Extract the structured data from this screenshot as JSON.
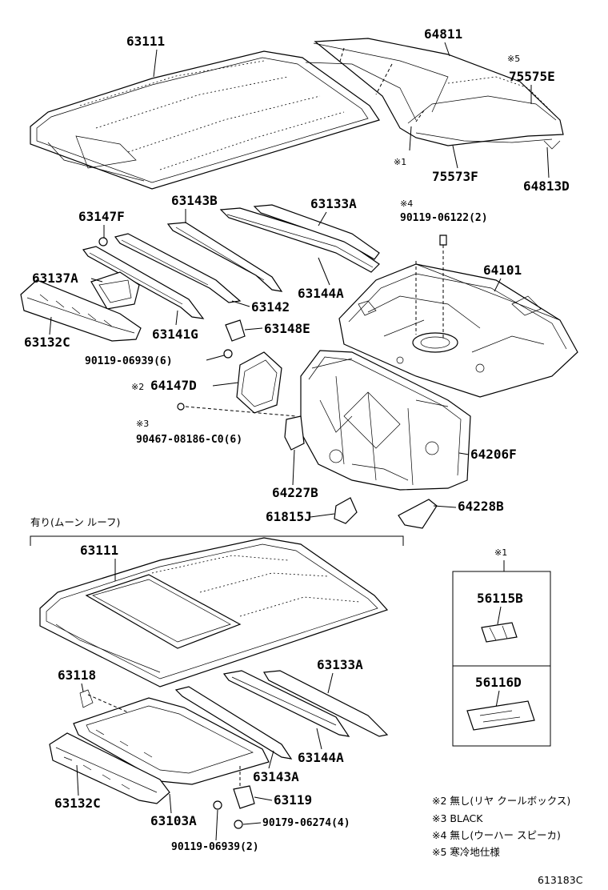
{
  "parts": {
    "p63111_top": "63111",
    "p64811": "64811",
    "p75575E_mark": "※5",
    "p75575E": "75575E",
    "p75573F_mark": "※1",
    "p75573F": "75573F",
    "p64813D": "64813D",
    "p63147F": "63147F",
    "p63143B": "63143B",
    "p63133A_top": "63133A",
    "p90119_06122_mark": "※4",
    "p90119_06122": "90119-06122(2)",
    "p63137A": "63137A",
    "p64101": "64101",
    "p63144A_top": "63144A",
    "p63142": "63142",
    "p63132C_top": "63132C",
    "p63141G": "63141G",
    "p63148E": "63148E",
    "p90119_06939_6": "90119-06939(6)",
    "p64147D_mark": "※2",
    "p64147D": "64147D",
    "p90467_mark": "※3",
    "p90467": "90467-08186-C0(6)",
    "p64206F": "64206F",
    "p64227B": "64227B",
    "p61815J": "61815J",
    "p64228B": "64228B",
    "p63111_bottom": "63111",
    "p63118": "63118",
    "p63133A_bottom": "63133A",
    "p63144A_bottom": "63144A",
    "p63143A": "63143A",
    "p63132C_bottom": "63132C",
    "p63119": "63119",
    "p63103A": "63103A",
    "p90179_06274": "90179-06274(4)",
    "p90119_06939_2": "90119-06939(2)",
    "inset_mark": "※1",
    "p56115B": "56115B",
    "p56116D": "56116D"
  },
  "moonroof_label": "有り(ムーン ルーフ)",
  "notes": [
    "※2 無し(リヤ クールボックス)",
    "※3 BLACK",
    "※4 無し(ウーハー スピーカ)",
    "※5 寒冷地仕様"
  ],
  "diagram_code": "613183C"
}
